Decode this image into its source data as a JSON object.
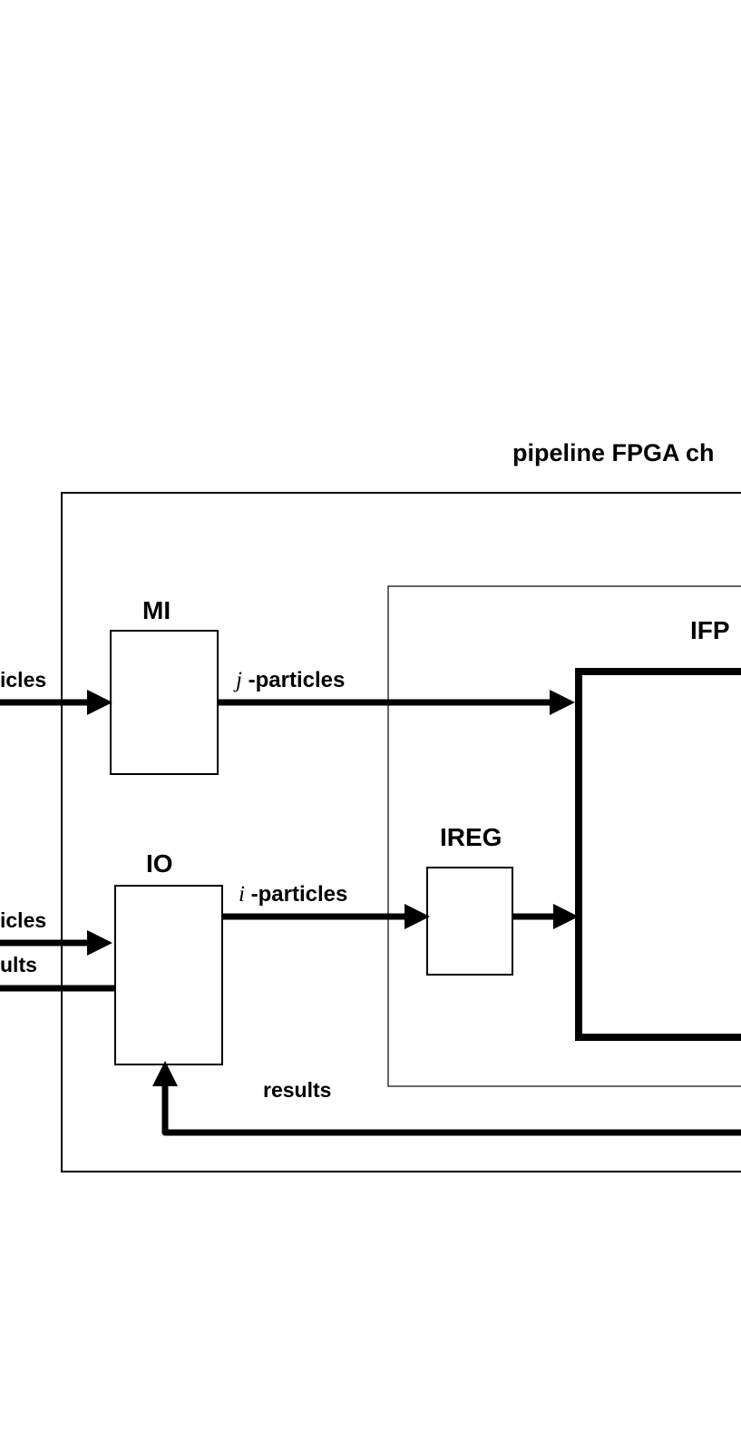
{
  "chip_title": "pipeline FPGA ch",
  "blocks": {
    "mi": "MI",
    "io": "IO",
    "ireg": "IREG",
    "ifp": "IFP"
  },
  "signals": {
    "left_top": "icles",
    "left_mid": "icles",
    "left_bottom": "ults",
    "j_symbol": "j",
    "j_label": " -particles",
    "i_symbol": "i",
    "i_label": " -particles",
    "results": "results"
  },
  "colors": {
    "stroke": "#000000",
    "background": "#ffffff"
  }
}
